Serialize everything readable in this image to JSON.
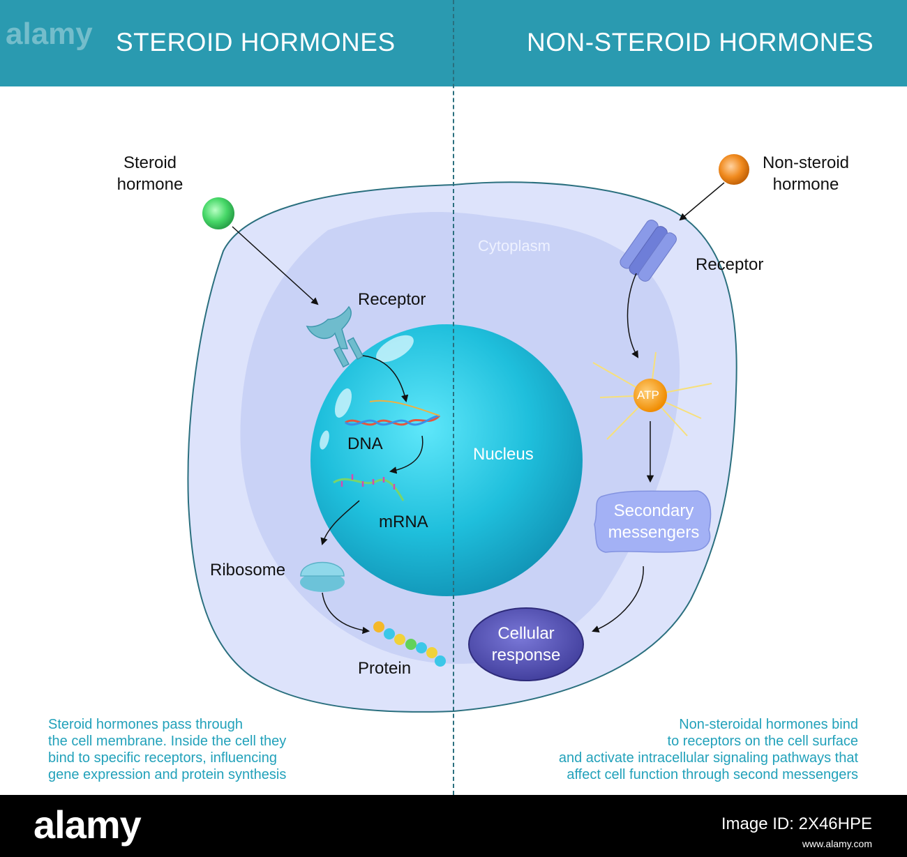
{
  "header": {
    "left_title": "STEROID HORMONES",
    "right_title": "NON-STEROID HORMONES"
  },
  "watermark": "alamy",
  "colors": {
    "header": "#2a9ab0",
    "nucleus": "#1fbfdc",
    "cell": "#dde3fb",
    "cytoplasm": "#c7cff5",
    "description_text": "#22a1ba",
    "steroid_hormone": "#47d868",
    "non_steroid_hormone": "#f08a1e",
    "atp": "#f39c12",
    "cellular_response": "#5a57b8"
  },
  "labels": {
    "steroid_hormone": [
      "Steroid",
      "hormone"
    ],
    "non_steroid_hormone": [
      "Non-steroid",
      "hormone"
    ],
    "cytoplasm": "Cytoplasm",
    "receptor_left": "Receptor",
    "receptor_right": "Receptor",
    "dna": "DNA",
    "mrna": "mRNA",
    "nucleus": "Nucleus",
    "ribosome": "Ribosome",
    "protein": "Protein",
    "atp": "ATP",
    "secondary_messengers": [
      "Secondary",
      "messengers"
    ],
    "cellular_response": [
      "Cellular",
      "response"
    ]
  },
  "descriptions": {
    "left": [
      "Steroid hormones pass through",
      "the cell membrane. Inside the cell they",
      "bind to specific receptors, influencing",
      "gene expression and protein synthesis"
    ],
    "right": [
      "Non-steroidal hormones bind",
      "to receptors on the cell surface",
      "and activate intracellular signaling pathways that",
      "affect cell function through  second messengers"
    ]
  },
  "footer": {
    "brand": "alamy",
    "image_id": "Image ID: 2X46HPE",
    "url": "www.alamy.com"
  }
}
